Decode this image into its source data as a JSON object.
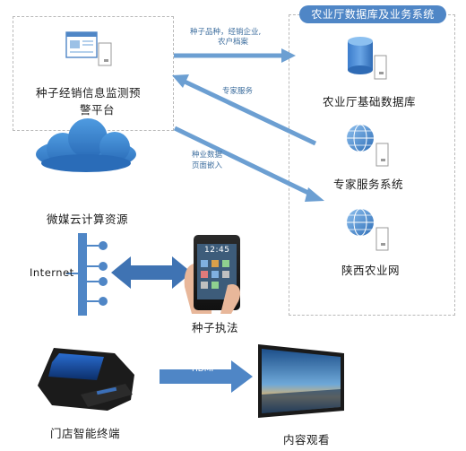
{
  "platform": {
    "title_line1": "种子经销信息监测预",
    "title_line2": "警平台"
  },
  "system_group": {
    "header": "农业厅数据库及业务系统",
    "items": [
      {
        "label": "农业厅基础数据库",
        "icon": "database-icon"
      },
      {
        "label": "专家服务系统",
        "icon": "globe-icon"
      },
      {
        "label": "陕西农业网",
        "icon": "globe-icon"
      }
    ]
  },
  "arrows": {
    "top_line1": "种子品种，经销企业,",
    "top_line2": "农户档案",
    "expert": "专家服务",
    "embed_line1": "种业数据",
    "embed_line2": "页面嵌入",
    "hdmi": "HDMI"
  },
  "cloud_label": "微媒云计算资源",
  "internet_label": "Internet",
  "phone": {
    "label": "种子执法",
    "clock": "12:45"
  },
  "terminal_label": "门店智能终端",
  "tv_label": "内容观看",
  "colors": {
    "accent": "#4f86c6",
    "arrow": "#6c9fd2",
    "dashed": "#b9b9b9"
  }
}
